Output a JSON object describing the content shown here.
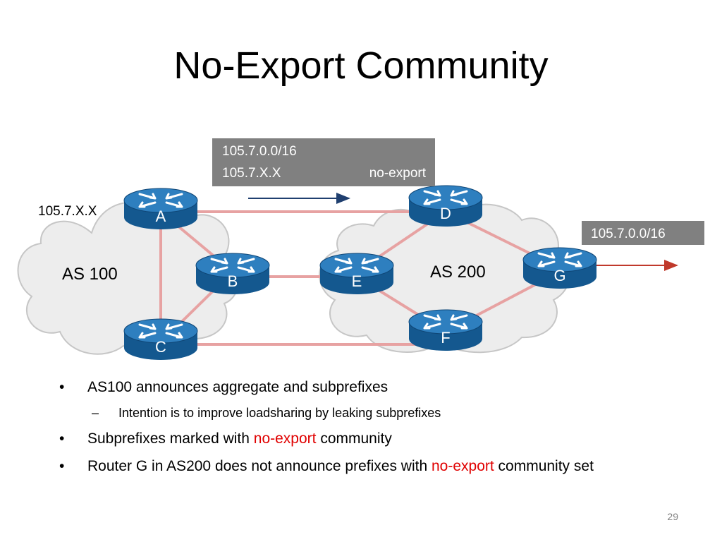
{
  "slide": {
    "title": "No-Export Community",
    "page_number": "29"
  },
  "diagram": {
    "as100_label": "AS 100",
    "as200_label": "AS 200",
    "prefix_label_left": "105.7.X.X",
    "announce_box": {
      "line1": "105.7.0.0/16",
      "line2_prefix": "105.7.X.X",
      "line2_tag": "no-export"
    },
    "output_box": "105.7.0.0/16",
    "routers": [
      "A",
      "B",
      "C",
      "D",
      "E",
      "F",
      "G"
    ],
    "colors": {
      "link": "#e7a2a2",
      "arrow_blue": "#1f3f6f",
      "arrow_red": "#c0392b",
      "box_bg": "#808080",
      "router_top": "#2e7fbf",
      "router_side": "#14588f",
      "cloud_fill": "#ededed",
      "cloud_stroke": "#c6c6c6"
    }
  },
  "bullets": [
    {
      "text": "AS100 announces aggregate and subprefixes",
      "sub": "Intention is to improve loadsharing by leaking subprefixes"
    },
    {
      "text_before": "Subprefixes marked with ",
      "highlight": "no-export",
      "text_after": " community"
    },
    {
      "text_before": "Router G in AS200 does not announce prefixes with ",
      "highlight": "no-export",
      "text_after": " community set"
    }
  ]
}
